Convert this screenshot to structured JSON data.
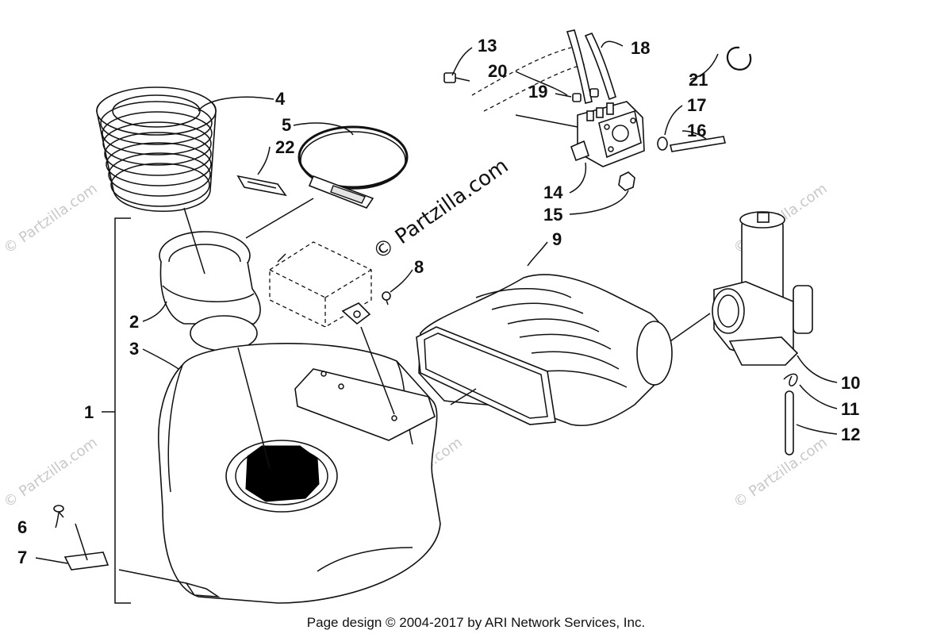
{
  "watermark": "© Partzilla.com",
  "footer": "Page design © 2004-2017 by ARI Network Services, Inc.",
  "callouts": [
    "1",
    "2",
    "3",
    "4",
    "5",
    "6",
    "7",
    "8",
    "9",
    "10",
    "11",
    "12",
    "13",
    "14",
    "15",
    "16",
    "17",
    "18",
    "19",
    "20",
    "21",
    "22"
  ]
}
